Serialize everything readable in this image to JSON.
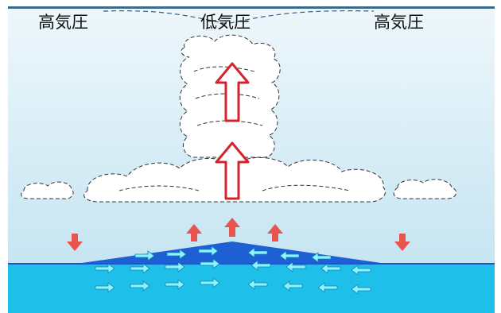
{
  "labels": {
    "left": "高気圧",
    "center": "低気圧",
    "right": "高気圧"
  },
  "colors": {
    "sky_top": "#eef7fb",
    "sky_bottom": "#c8e6f3",
    "ocean": "#1ec0ea",
    "mound": "#1f5fd4",
    "red_arrow": "#e8554f",
    "updraft_outline": "#d4242b",
    "cyan_arrow": "#7df0ff",
    "cloud_line": "#333333"
  },
  "icons": {
    "updraft": "hollow-up-arrow",
    "surface_flow": "small-horizontal-arrows",
    "sinking": "red-down-arrow",
    "rising": "red-up-arrow"
  }
}
